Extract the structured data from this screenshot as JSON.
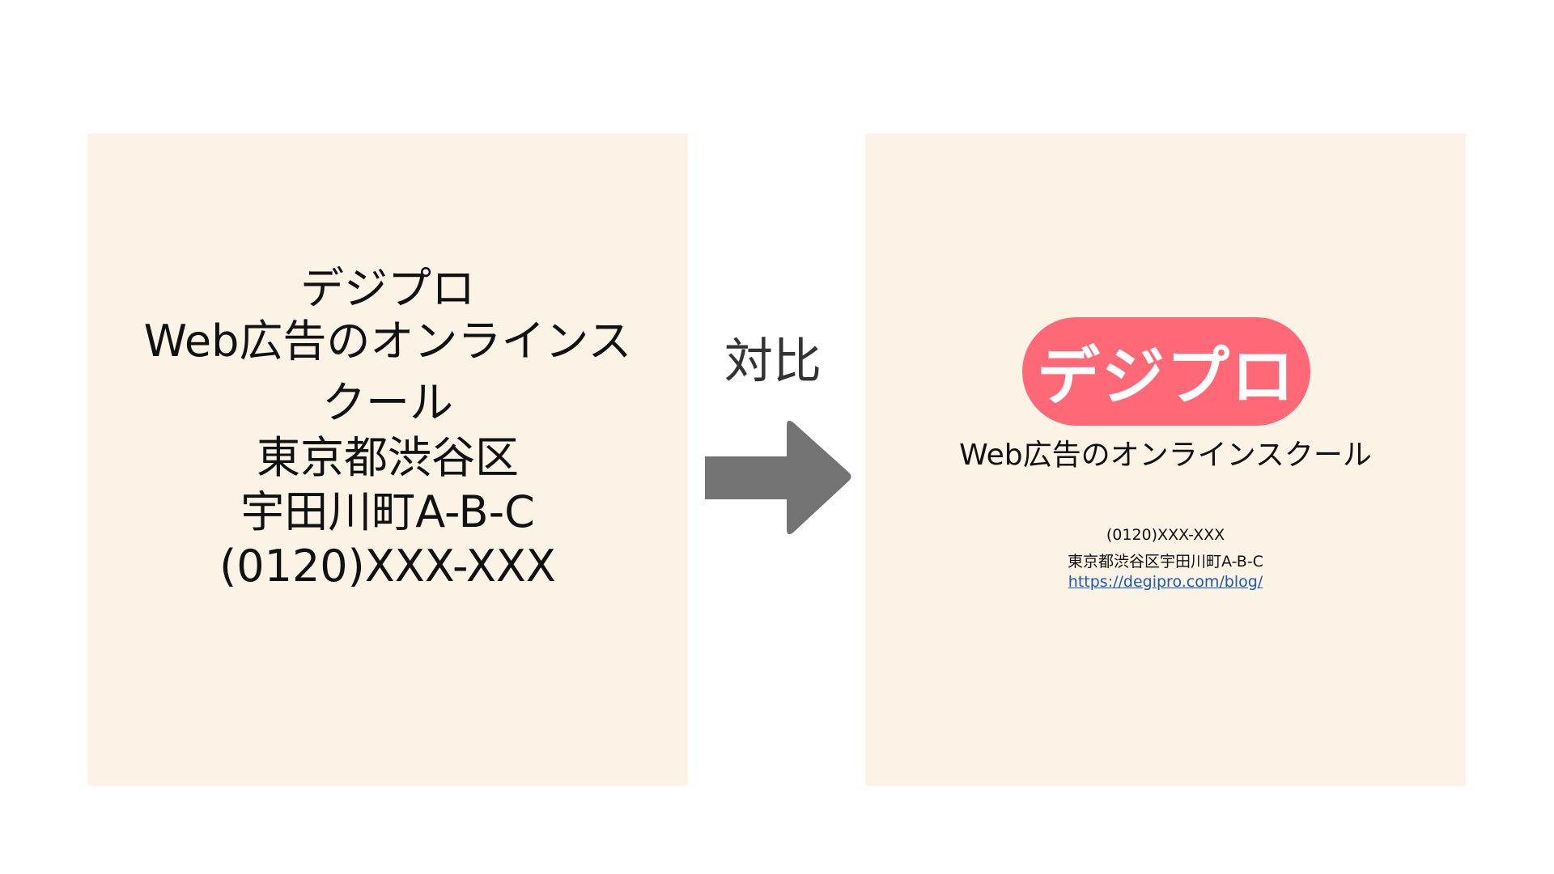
{
  "left_panel": {
    "lines": [
      "デジプロ",
      "Web広告のオンラインス",
      "クール",
      "東京都渋谷区",
      "宇田川町A-B-C",
      "(0120)XXX-XXX"
    ]
  },
  "middle": {
    "label": "対比",
    "arrow_icon": "right-arrow-icon"
  },
  "right_panel": {
    "logo": "デジプロ",
    "subtitle": "Web広告のオンラインスクール",
    "phone": "(0120)XXX-XXX",
    "address": "東京都渋谷区宇田川町A-B-C",
    "url": "https://degipro.com/blog/"
  },
  "colors": {
    "panel_bg": "#fbf3e5",
    "logo_bg": "#fe6877",
    "arrow": "#737373",
    "link": "#1a5ab8"
  }
}
